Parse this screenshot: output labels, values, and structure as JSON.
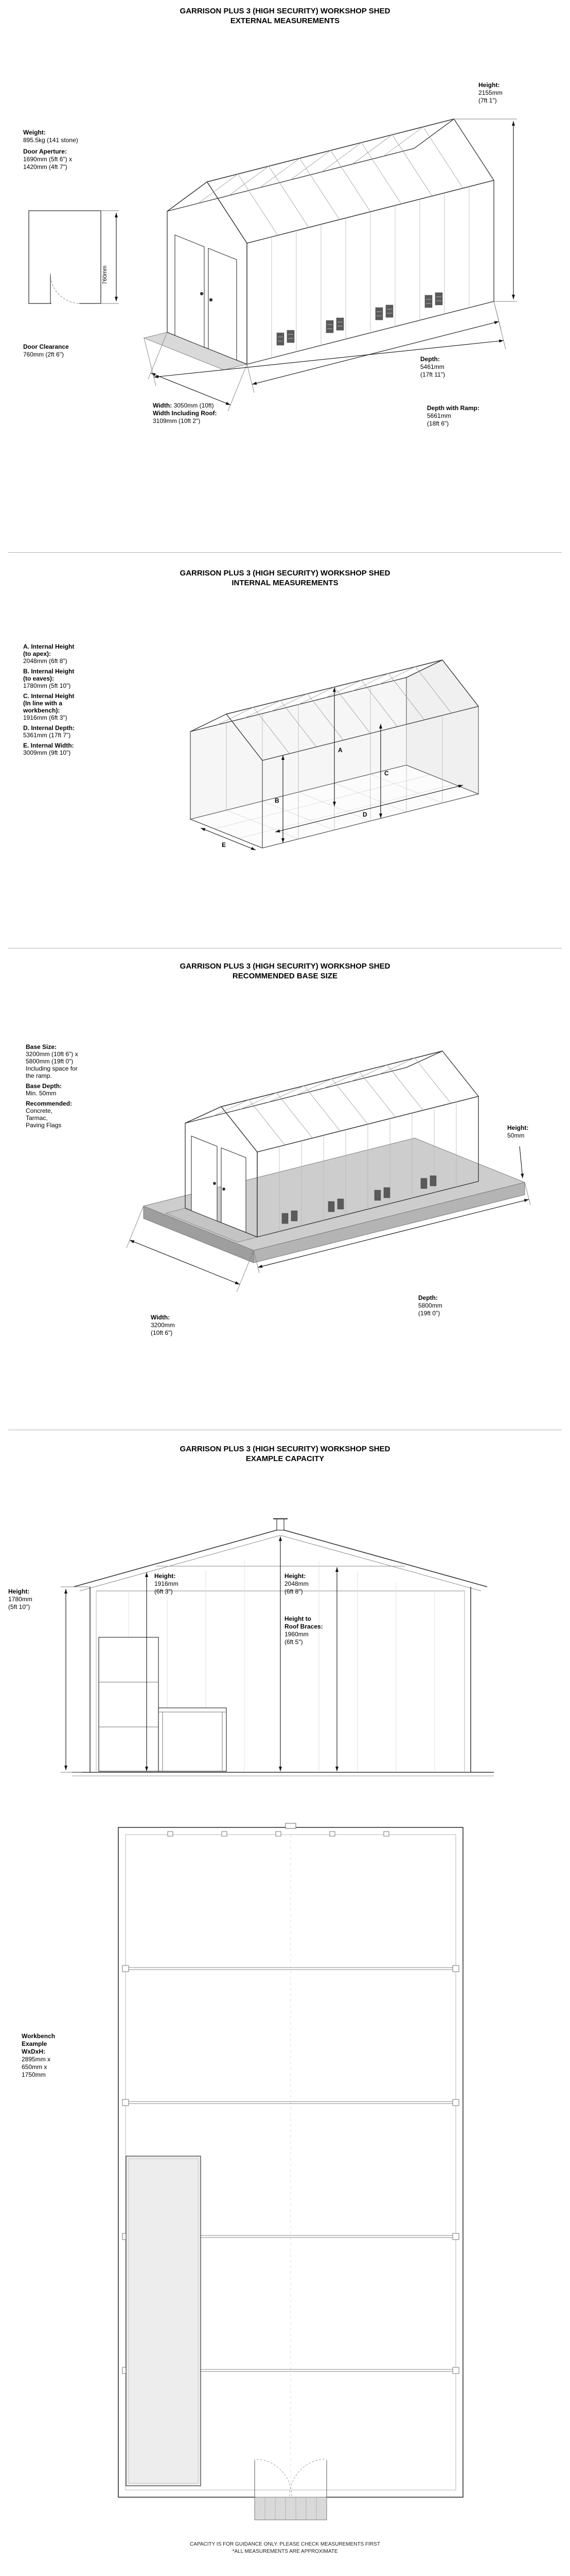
{
  "page": {
    "footer_line1": "CAPACITY IS FOR GUIDANCE ONLY. PLEASE CHECK MEASUREMENTS FIRST",
    "footer_line2": "*ALL MEASUREMENTS ARE APPROXIMATE"
  },
  "external": {
    "title": "GARRISON PLUS 3 (HIGH SECURITY) WORKSHOP SHED",
    "subtitle": "EXTERNAL MEASUREMENTS",
    "height_label": "Height:",
    "height_v1": "2155mm",
    "height_v2": "(7ft 1\")",
    "weight_label": "Weight:",
    "weight_value": "895.5kg (141 stone)",
    "aperture_label": "Door Aperture:",
    "aperture_v1": "1690mm (5ft 6\") x",
    "aperture_v2": "1420mm (4ft 7\")",
    "clearance_dim": "760mm",
    "clearance_label": "Door Clearance",
    "clearance_value": "760mm (2ft 6\")",
    "width_label": "Width:",
    "width_value": "3050mm (10ft)",
    "width_roof_label": "Width Including Roof:",
    "width_roof_value": "3109mm (10ft 2\")",
    "depth_label": "Depth:",
    "depth_v1": "5461mm",
    "depth_v2": "(17ft 11\")",
    "depth_ramp_label": "Depth with Ramp:",
    "depth_ramp_v1": "5661mm",
    "depth_ramp_v2": "(18ft 6\")"
  },
  "internal": {
    "title": "GARRISON PLUS 3 (HIGH SECURITY) WORKSHOP SHED",
    "subtitle": "INTERNAL MEASUREMENTS",
    "a_l1": "A. Internal Height",
    "a_l2": "(to apex):",
    "a_v": "2048mm (6ft 8\")",
    "b_l1": "B. Internal Height",
    "b_l2": "(to eaves):",
    "b_v": "1780mm (5ft 10\")",
    "c_l1": "C. Internal Height",
    "c_l2": "(In line with a",
    "c_l3": "workbench):",
    "c_v": "1916mm (6ft 3\")",
    "d_l1": "D. Internal Depth:",
    "d_v": "5361mm (17ft 7\")",
    "e_l1": "E. Internal Width:",
    "e_v": "3009mm (9ft 10\")",
    "markers": {
      "a": "A",
      "b": "B",
      "c": "C",
      "d": "D",
      "e": "E"
    }
  },
  "base": {
    "title": "GARRISON PLUS 3 (HIGH SECURITY) WORKSHOP SHED",
    "subtitle": "RECOMMENDED BASE SIZE",
    "size_label": "Base Size:",
    "size_v1": "3200mm (10ft 6\") x",
    "size_v2": "5800mm (19ft 0\")",
    "size_note1": "Including space for",
    "size_note2": "the ramp.",
    "depth_label": "Base Depth:",
    "depth_value": "Min. 50mm",
    "rec_label": "Recommended:",
    "rec_1": "Concrete,",
    "rec_2": "Tarmac,",
    "rec_3": "Paving Flags",
    "height_label": "Height:",
    "height_value": "50mm",
    "width_label": "Width:",
    "width_v1": "3200mm",
    "width_v2": "(10ft 6\")",
    "bdepth_label": "Depth:",
    "bdepth_v1": "5800mm",
    "bdepth_v2": "(19ft 0\")"
  },
  "capacity": {
    "title": "GARRISON PLUS 3 (HIGH SECURITY) WORKSHOP SHED",
    "subtitle": "EXAMPLE CAPACITY",
    "h1780_label": "Height:",
    "h1780_v1": "1780mm",
    "h1780_v2": "(5ft 10\")",
    "h1916_label": "Height:",
    "h1916_v1": "1916mm",
    "h1916_v2": "(6ft 3\")",
    "h2048_label": "Height:",
    "h2048_v1": "2048mm",
    "h2048_v2": "(6ft 8\")",
    "braces_l1": "Height to",
    "braces_l2": "Roof Braces:",
    "braces_v1": "1960mm",
    "braces_v2": "(6ft 5\")",
    "bench_l1": "Workbench",
    "bench_l2": "Example",
    "bench_l3": "WxDxH:",
    "bench_v1": "2895mm x",
    "bench_v2": "650mm x",
    "bench_v3": "1750mm"
  }
}
